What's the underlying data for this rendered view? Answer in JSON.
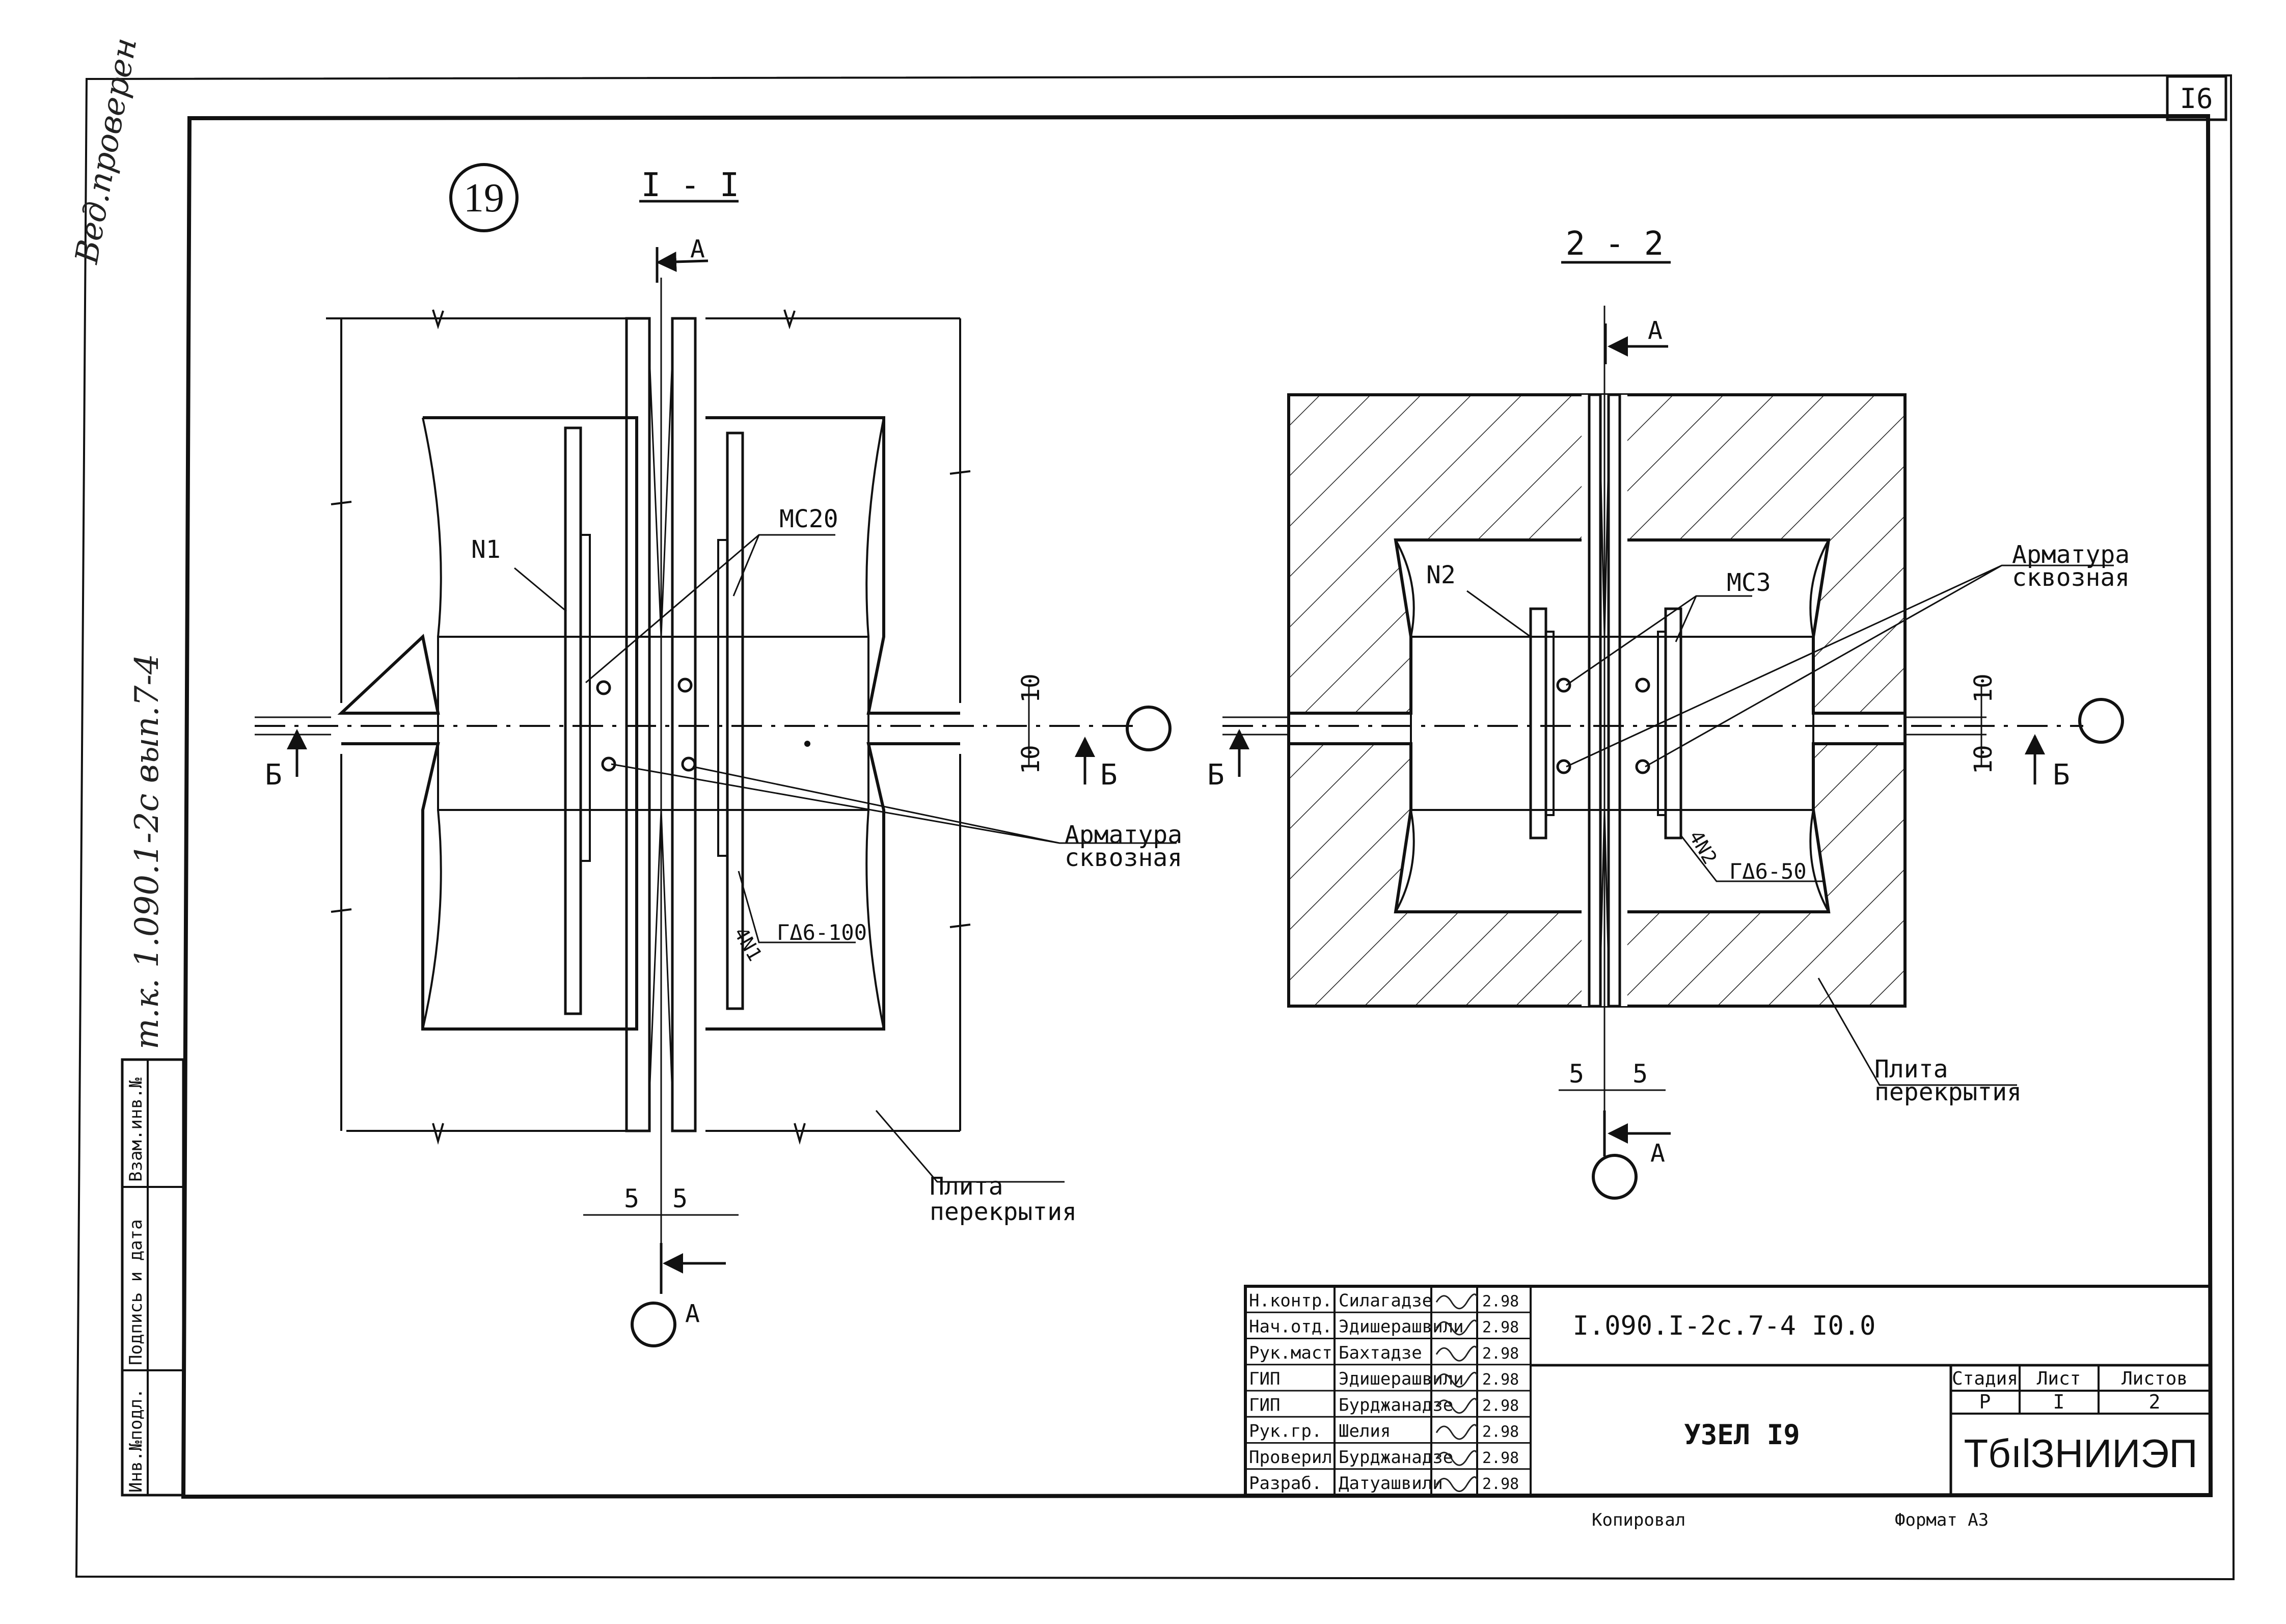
{
  "sheet": {
    "sheet_number": "I6",
    "side_stamp": "т.к. 1.090.1-2с вып.7-4",
    "side_boxes": [
      "Инв.№подл.",
      "Подпись и дата",
      "Взам.инв.№"
    ],
    "corner_scrawl": "Вед.проверен"
  },
  "node": {
    "number": "19"
  },
  "section1": {
    "title": "I - I",
    "cut_a_top": "А",
    "cut_a_bottom": "А",
    "cut_b_left": "Б",
    "cut_b_right": "Б",
    "label_n1": "N1",
    "label_mc": "МС20",
    "label_rebar": [
      "Арматура",
      "сквозная"
    ],
    "label_slab": [
      "Плита",
      "перекрытия"
    ],
    "label_weld": "ГΔ6-100",
    "weld_count": "4N1",
    "dim_gap_top": "10",
    "dim_gap_bottom": "10",
    "dim_bottom_left": "5",
    "dim_bottom_right": "5"
  },
  "section2": {
    "title": "2 - 2",
    "cut_a_top": "А",
    "cut_a_bottom": "А",
    "cut_b_left": "Б",
    "cut_b_right": "Б",
    "label_n2": "N2",
    "label_mc": "МС3",
    "label_rebar": [
      "Арматура",
      "сквозная"
    ],
    "label_slab": [
      "Плита",
      "перекрытия"
    ],
    "label_weld": "ГΔ6-50",
    "weld_count": "4N2",
    "dim_gap_top": "10",
    "dim_gap_bottom": "10",
    "dim_bottom_left": "5",
    "dim_bottom_right": "5"
  },
  "titleblock": {
    "rows": [
      {
        "role": "Н.контр.",
        "name": "Силагадзе",
        "date": "2.98"
      },
      {
        "role": "Нач.отд.",
        "name": "Эдишерашвили",
        "date": "2.98"
      },
      {
        "role": "Рук.маст",
        "name": "Бахтадзе",
        "date": "2.98"
      },
      {
        "role": "ГИП",
        "name": "Эдишерашвили",
        "date": "2.98"
      },
      {
        "role": "ГИП",
        "name": "Бурджанадзе",
        "date": "2.98"
      },
      {
        "role": "Рук.гр.",
        "name": "Шелия",
        "date": "2.98"
      },
      {
        "role": "Проверил",
        "name": "Бурджанадзе",
        "date": "2.98"
      },
      {
        "role": "Разраб.",
        "name": "Датуашвили",
        "date": "2.98"
      }
    ],
    "doc_code": "I.090.I-2с.7-4  I0.0",
    "title": "УЗЕЛ I9",
    "stage_header": "Стадия",
    "sheet_header": "Лист",
    "sheets_header": "Листов",
    "stage": "Р",
    "sheet": "I",
    "sheets": "2",
    "org": "ТбılЗНИИЭП",
    "copied": "Копировал",
    "format": "Формат А3"
  }
}
